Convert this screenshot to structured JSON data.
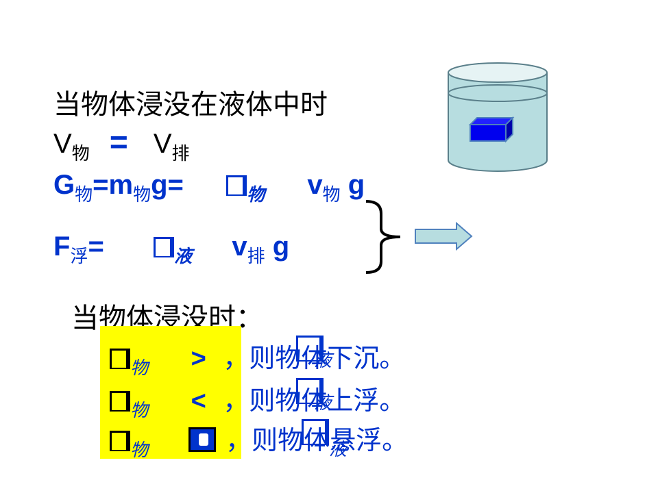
{
  "heading": "当物体浸没在液体中时",
  "v_line": {
    "v1": "V",
    "sub1": "物",
    "eq": "=",
    "v2": "V",
    "sub2": "排"
  },
  "g_line": {
    "G": "G",
    "sub_g": "物",
    "eq_m": "=m",
    "sub_m": "物",
    "g_eq": "g=",
    "rho_sub": "物",
    "v": "v",
    "v_sub": "物",
    "g": "g"
  },
  "f_line": {
    "F": "F",
    "sub_f": "浮",
    "eq": "=",
    "rho_sub": "液",
    "v": "v",
    "v_sub": "排",
    "g": "g"
  },
  "condition_heading": "当物体浸没时：",
  "conditions": [
    {
      "rho_sub": "物",
      "op": ">",
      "result": "，则物体下沉。",
      "rho_liquid_sub": "液"
    },
    {
      "rho_sub": "物",
      "op": "<",
      "result": "，则物体上浮。",
      "rho_liquid_sub": "液"
    },
    {
      "rho_sub": "物",
      "op": "",
      "result": "，则物体悬浮。",
      "rho_liquid_sub": "液"
    }
  ],
  "colors": {
    "text_blue": "#0033cc",
    "highlight_yellow": "#ffff00",
    "water": "#b7dde0",
    "block": "#0000ee",
    "arrow_fill": "#b7dde0"
  }
}
